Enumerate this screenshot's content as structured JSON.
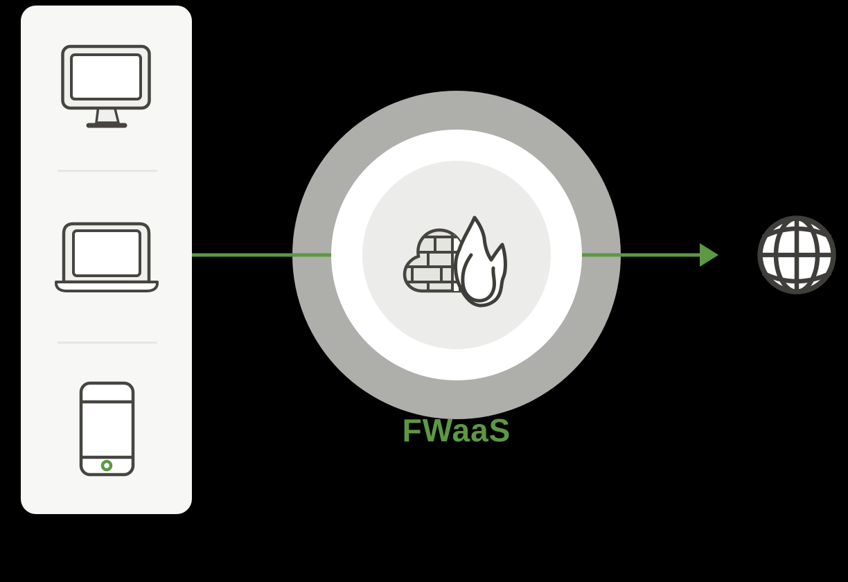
{
  "diagram": {
    "label": "FWaaS",
    "visible_text": [
      "FWaaS"
    ],
    "colors": {
      "background": "#000000",
      "panel": "#f7f7f5",
      "outer_ring_gray": "#aeaeab",
      "white_ring": "#ffffff",
      "inner_circle": "#ececea",
      "icon_stroke_dark": "#474540",
      "icon_fill_light": "#f0f0ee",
      "brick_fill": "#e4e4e1",
      "divider": "#e6e6e3",
      "accent_green": "#5d9843"
    },
    "devices_panel": {
      "items": [
        {
          "name": "desktop-computer-icon"
        },
        {
          "name": "laptop-icon"
        },
        {
          "name": "smartphone-icon"
        }
      ]
    },
    "hub": {
      "label": "FWaaS",
      "icon": "cloud-firewall-flame-icon"
    },
    "flow": {
      "connector": "green-arrow",
      "destination_icon": "internet-globe-icon"
    }
  }
}
